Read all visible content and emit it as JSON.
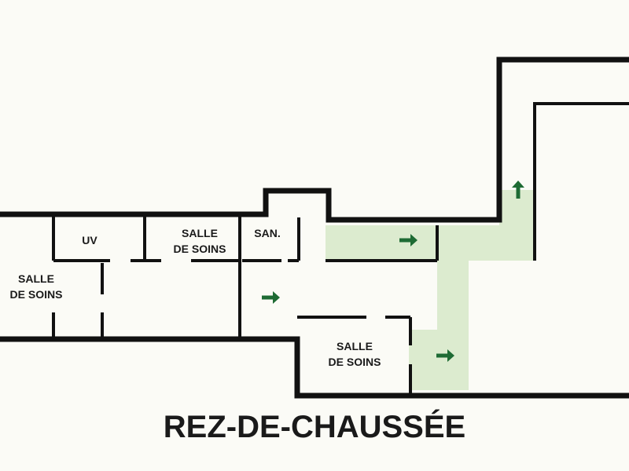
{
  "floor_title": "REZ-DE-CHAUSSÉE",
  "rooms": {
    "salle_de_soins_west": {
      "line1": "SALLE",
      "line2": "DE SOINS"
    },
    "uv": {
      "line1": "UV"
    },
    "salle_de_soins_center": {
      "line1": "SALLE",
      "line2": "DE SOINS"
    },
    "sanitaire": {
      "line1": "SAN."
    },
    "salle_de_soins_south": {
      "line1": "SALLE",
      "line2": "DE SOINS"
    }
  },
  "colors": {
    "wall": "#111111",
    "floor": "#fbfbf6",
    "evacuation_path": "#dcebcf",
    "arrow": "#1e6b34"
  },
  "icons": {
    "direction_arrow": "arrow-right-icon",
    "direction_arrow_up": "arrow-up-icon"
  }
}
